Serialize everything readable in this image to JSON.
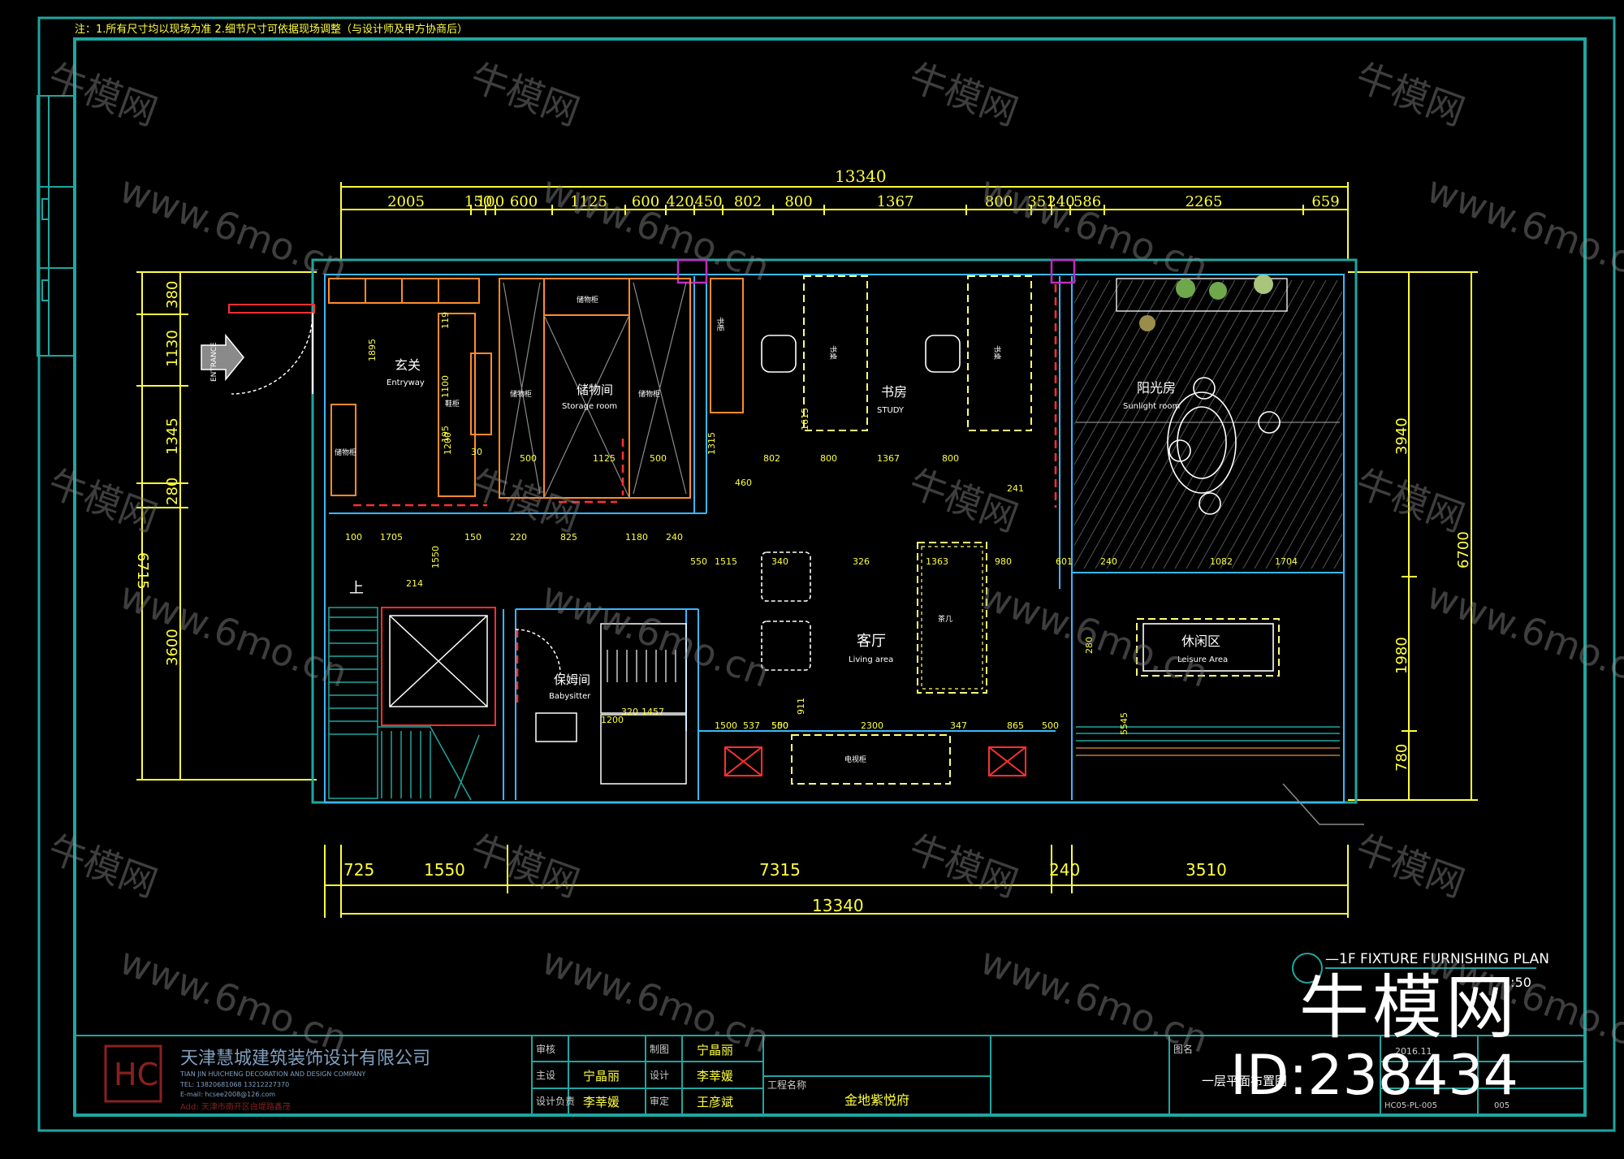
{
  "note": "注：1.所有尺寸均以现场为准 2.细节尺寸可依据现场调整（与设计师及甲方协商后）",
  "colors": {
    "background": "#000000",
    "frame": "#1fa6a0",
    "dimension": "#ffff3c",
    "wall": "#39b8ff",
    "furniture": "#ffff7a",
    "cabinet": "#ff8c2a",
    "door": "#ff3030",
    "column": "#c02cc0",
    "text": "#ffffff"
  },
  "dimensions": {
    "top_total": "13340",
    "top_segments": [
      "2005",
      "150",
      "100",
      "600",
      "1125",
      "600",
      "420",
      "450",
      "802",
      "800",
      "1367",
      "800",
      "351",
      "240",
      "586",
      "2265",
      "659"
    ],
    "left_segments": [
      "380",
      "1130",
      "1345",
      "280",
      "3600"
    ],
    "left_total": "6715",
    "right_segments": [
      "3940",
      "1980",
      "780"
    ],
    "right_total": "6700",
    "bottom_segments": [
      "725",
      "1550",
      "7315",
      "240",
      "3510"
    ],
    "bottom_total": "13340",
    "inner": [
      "1895",
      "1200",
      "119",
      "1100",
      "195",
      "30",
      "500",
      "1125",
      "500",
      "1315",
      "460",
      "802",
      "800",
      "1367",
      "800",
      "1615",
      "241",
      "100",
      "1705",
      "150",
      "220",
      "825",
      "1180",
      "240",
      "550",
      "1515",
      "340",
      "326",
      "1363",
      "980",
      "601",
      "240",
      "1082",
      "1704",
      "214",
      "1550",
      "280",
      "5545",
      "1457",
      "1500",
      "550",
      "2300",
      "911",
      "537",
      "500",
      "347",
      "865",
      "500",
      "320",
      "1200"
    ]
  },
  "rooms": [
    {
      "cn": "玄关",
      "en": "Entryway"
    },
    {
      "cn": "储物间",
      "en": "Storage room"
    },
    {
      "cn": "书房",
      "en": "STUDY"
    },
    {
      "cn": "阳光房",
      "en": "Sunlight room"
    },
    {
      "cn": "客厅",
      "en": "Living area"
    },
    {
      "cn": "休闲区",
      "en": "Leisure Area"
    },
    {
      "cn": "保姆间",
      "en": "Babysitter"
    }
  ],
  "labels": {
    "up_stairs": "上",
    "entrance": "ENTRANCE",
    "cabinet_a": "储物柜",
    "cabinet_b": "储物柜",
    "cabinet_c": "储物柜",
    "cabinet_d": "储物柜",
    "cabinet_e": "鞋柜",
    "bookcase": "书柜",
    "desk_a": "书桌",
    "desk_b": "书桌",
    "coffee_table": "茶几",
    "tv_cabinet": "电视柜"
  },
  "plan_title": "—1F FIXTURE FURNISHING PLAN",
  "plan_scale": "1:50",
  "title_block": {
    "company_cn": "天津慧城建筑装饰设计有限公司",
    "company_en": "TIAN JIN HUICHENG DECORATION AND DESIGN COMPANY",
    "tel": "TEL: 13820681068   13212227370",
    "email": "E-mail: hcsee2008@126.com",
    "address": "Add: 天津市南开区白堤路鑫茂",
    "rows": [
      {
        "label": "审核",
        "value": ""
      },
      {
        "label": "主设",
        "value": "宁晶丽"
      },
      {
        "label": "设计负责",
        "value": "李莘媛"
      }
    ],
    "rows2": [
      {
        "label": "制图",
        "value": "宁晶丽"
      },
      {
        "label": "设计",
        "value": "李莘媛"
      },
      {
        "label": "审定",
        "value": "王彦斌"
      }
    ],
    "project_label": "工程名称",
    "project_name": "金地紫悦府",
    "drawing_label": "图名",
    "drawing_name": "一层平面布置图",
    "date": "2016.11",
    "drawing_no": "HC05-PL-005",
    "sheet_no": "005"
  },
  "watermark": {
    "brand": "牛模网",
    "site": "www.6mo.cn",
    "id": "ID:238434"
  }
}
